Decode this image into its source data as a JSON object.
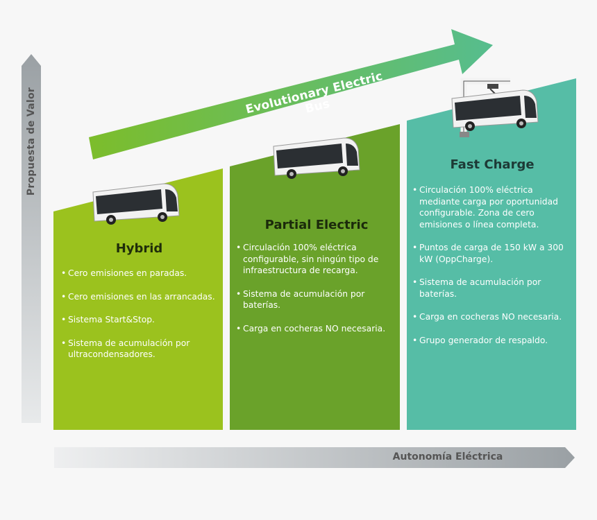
{
  "axes": {
    "y_label": "Propuesta de Valor",
    "x_label": "Autonomía Eléctrica"
  },
  "arrow": {
    "label": "Evolutionary Electric Bus"
  },
  "colors": {
    "hybrid": "#9bc21e",
    "partial": "#6aa22a",
    "fast": "#56bda6",
    "arrow_start": "#7cbd2b",
    "arrow_end": "#56bd8e",
    "axis_gray": "#9aa0a4"
  },
  "stages": [
    {
      "title": "Hybrid",
      "bullets": [
        "Cero emisiones en paradas.",
        "Cero emisiones en las arrancadas.",
        "Sistema Start&Stop.",
        "Sistema de acumulación por ultracondensadores."
      ]
    },
    {
      "title": "Partial Electric",
      "bullets": [
        "Circulación 100% eléctrica configurable, sin ningún tipo de infraestructura de recarga.",
        "Sistema de acumulación por baterías.",
        "Carga en cocheras NO necesaria."
      ]
    },
    {
      "title": "Fast Charge",
      "bullets": [
        "Circulación 100% eléctrica mediante carga por oportunidad configurable. Zona de cero emisiones o línea completa.",
        "Puntos de carga de 150 kW a 300 kW (OppCharge).",
        "Sistema de acumulación por baterías.",
        "Carga en cocheras NO necesaria.",
        "Grupo generador de respaldo."
      ]
    }
  ]
}
